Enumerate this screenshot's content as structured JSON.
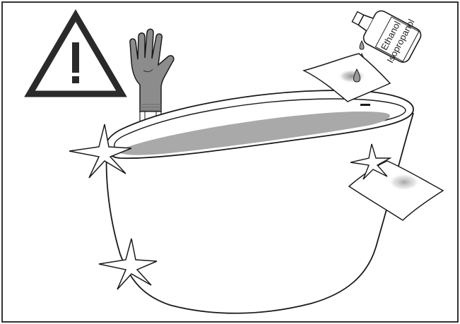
{
  "bottle": {
    "label_line1": "Ethanol",
    "label_line2": "Isopropanol"
  },
  "icons": {
    "warning": "warning-triangle-icon",
    "glove": "protective-glove-icon",
    "bottle": "solvent-bottle-icon",
    "cloth": "cleaning-cloth-icon",
    "sparkle": "sparkle-icon",
    "bathtub": "freestanding-bathtub"
  },
  "colors": {
    "line": "#1a1a1a",
    "glove_gray": "#8c8c8c",
    "water_gray": "#a9a9a9",
    "stain_gray": "#9a9a9a",
    "frame_border": "#333333"
  }
}
